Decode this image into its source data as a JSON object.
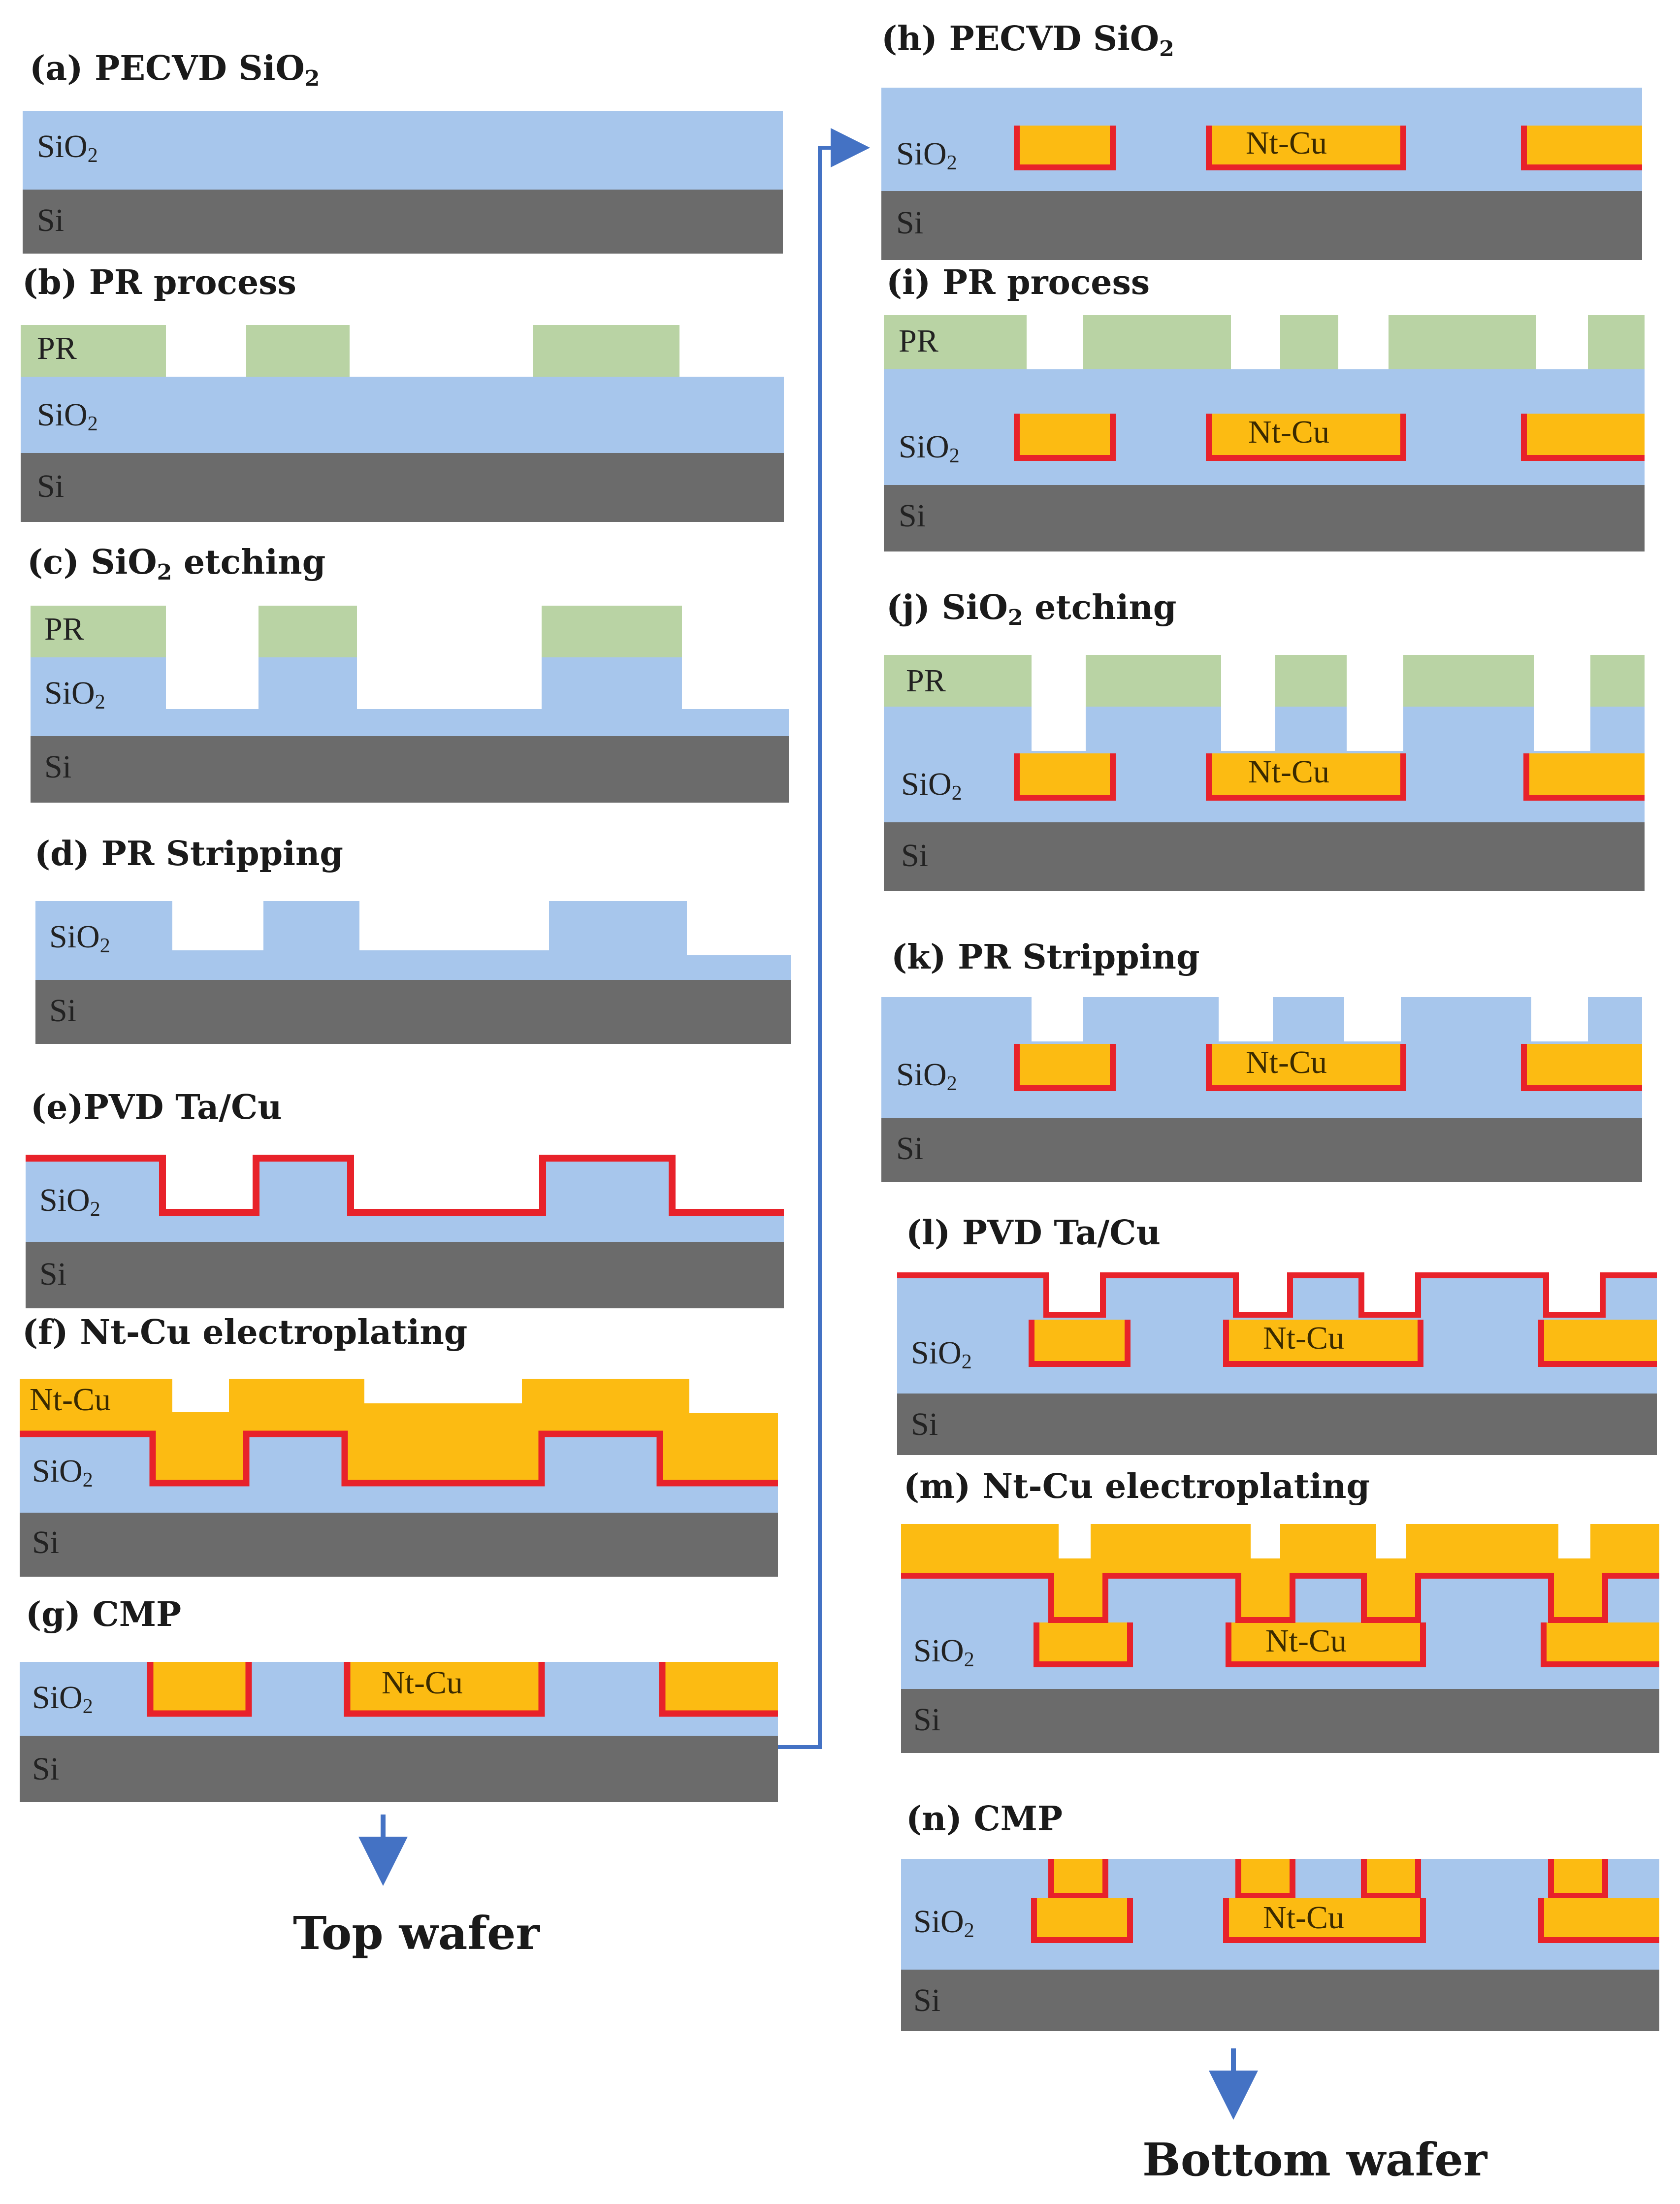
{
  "colors": {
    "sio2": "#a7c6ec",
    "si": "#6b6b6b",
    "pr": "#b9d3a4",
    "cu": "#fcbb12",
    "barrier": "#e8222a",
    "arrow": "#4472c4"
  },
  "labels": {
    "sio2_main": "SiO",
    "sio2_sub": "2",
    "si": "Si",
    "pr": "PR",
    "ntcu": "Nt-Cu"
  },
  "steps": {
    "a": {
      "pre": "(a) PECVD SiO",
      "sub": "2",
      "post": ""
    },
    "b": {
      "pre": "(b) PR process",
      "sub": "",
      "post": ""
    },
    "c": {
      "pre": "(c) SiO",
      "sub": "2",
      "post": " etching"
    },
    "d": {
      "pre": "(d) PR Stripping",
      "sub": "",
      "post": ""
    },
    "e": {
      "pre": "(e)PVD Ta/Cu",
      "sub": "",
      "post": ""
    },
    "f": {
      "pre": "(f) Nt-Cu electroplating",
      "sub": "",
      "post": ""
    },
    "g": {
      "pre": "(g) CMP",
      "sub": "",
      "post": ""
    },
    "h": {
      "pre": "(h) PECVD SiO",
      "sub": "2",
      "post": ""
    },
    "i": {
      "pre": "(i) PR process",
      "sub": "",
      "post": ""
    },
    "j": {
      "pre": "(j) SiO",
      "sub": "2",
      "post": " etching"
    },
    "k": {
      "pre": "(k) PR Stripping",
      "sub": "",
      "post": ""
    },
    "l": {
      "pre": "(l) PVD Ta/Cu",
      "sub": "",
      "post": ""
    },
    "m": {
      "pre": "(m) Nt-Cu electroplating",
      "sub": "",
      "post": ""
    },
    "n": {
      "pre": "(n) CMP",
      "sub": "",
      "post": ""
    }
  },
  "captions": {
    "top": "Top wafer",
    "bottom": "Bottom wafer"
  }
}
